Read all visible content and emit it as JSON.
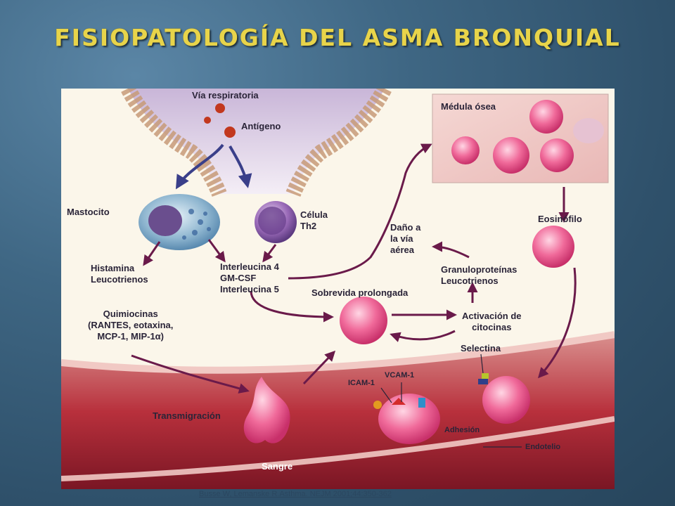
{
  "slide": {
    "title": "FISIOPATOLOGÍA DEL ASMA BRONQUIAL",
    "citation": "Busse W, Lemanske R.Asthma. NEJM 2001;44:350-362"
  },
  "diagram": {
    "labels": {
      "via_respiratoria": "Vía respiratoria",
      "antigeno": "Antígeno",
      "mastocito": "Mastocito",
      "celula_th2": "Célula\nTh2",
      "histamina": "Histamina\nLeucotrienos",
      "interleucinas": "Interleucina 4\nGM-CSF\nInterleucina 5",
      "quimiocinas": "Quimiocinas\n(RANTES, eotaxina,\nMCP-1, MIP-1α)",
      "sobrevida": "Sobrevida prolongada",
      "dano": "Daño a\nla vía\naérea",
      "granuloproteinas": "Granuloproteínas\nLeucotrienos",
      "activacion": "Activación de\ncitocinas",
      "medula": "Médula ósea",
      "eosinofilo": "Eosinófilo",
      "selectina": "Selectina",
      "vcam": "VCAM-1",
      "icam": "ICAM-1",
      "transmigracion": "Transmigración",
      "adhesion": "Adhesión",
      "endotelio": "Endotelio",
      "sangre": "Sangre"
    }
  }
}
